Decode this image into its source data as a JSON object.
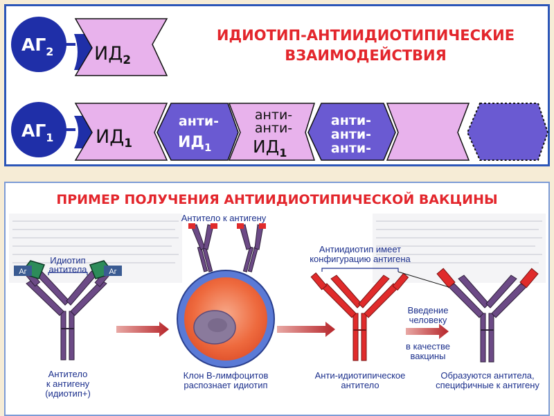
{
  "colors": {
    "top_border": "#2c56b8",
    "antigen_blue": "#1f2fa8",
    "id_pink": "#e8b2ec",
    "anti_purple": "#6a5ad2",
    "title_red": "#e3262c",
    "caption_blue": "#1b2f8c",
    "antibody_purple": "#6c4a86",
    "antibody_red": "#e02b2b",
    "arrow_red": "#c5352d"
  },
  "top": {
    "title_line1": "ИДИОТИП-АНТИИДИОТИПИЧЕСКИЕ",
    "title_line2": "ВЗАИМОДЕЙСТВИЯ",
    "ag2": {
      "base": "АГ",
      "sub": "2"
    },
    "id2": {
      "base": "ИД",
      "sub": "2"
    },
    "ag1": {
      "base": "АГ",
      "sub": "1"
    },
    "id1": {
      "base": "ИД",
      "sub": "1"
    },
    "anti_id1": {
      "line1": "анти-",
      "base": "ИД",
      "sub": "1"
    },
    "anti_anti_id1": {
      "line1": "анти-",
      "line2": "анти-",
      "base": "ИД",
      "sub": "1"
    },
    "anti_anti_anti": {
      "line1": "анти-",
      "line2": "анти-",
      "line3": "анти-"
    }
  },
  "bottom": {
    "title": "ПРИМЕР ПОЛУЧЕНИЯ АНТИИДИОТИПИЧЕСКОЙ ВАКЦИНЫ",
    "ag_label": "Аг",
    "idiotype_label_1": "Идиотип",
    "idiotype_label_2": "антитела",
    "antibody_caption": [
      "Антитело",
      "к антигену",
      "(идиотип+)"
    ],
    "top_antibody_label": "Антитело к антигену",
    "clone_caption": [
      "Клон В-лимфоцитов",
      "распознает идиотип"
    ],
    "anti_idiotype_note": [
      "Антиидиотип имеет",
      "конфигурацию антигена"
    ],
    "anti_idiotypic_caption": [
      "Анти-идиотипическое",
      "антитело"
    ],
    "introduction_caption": [
      "Введение",
      "человеку"
    ],
    "as_vaccine_caption": [
      "в качестве",
      "вакцины"
    ],
    "result_caption": [
      "Образуются антитела,",
      "специфичные к антигену"
    ]
  }
}
